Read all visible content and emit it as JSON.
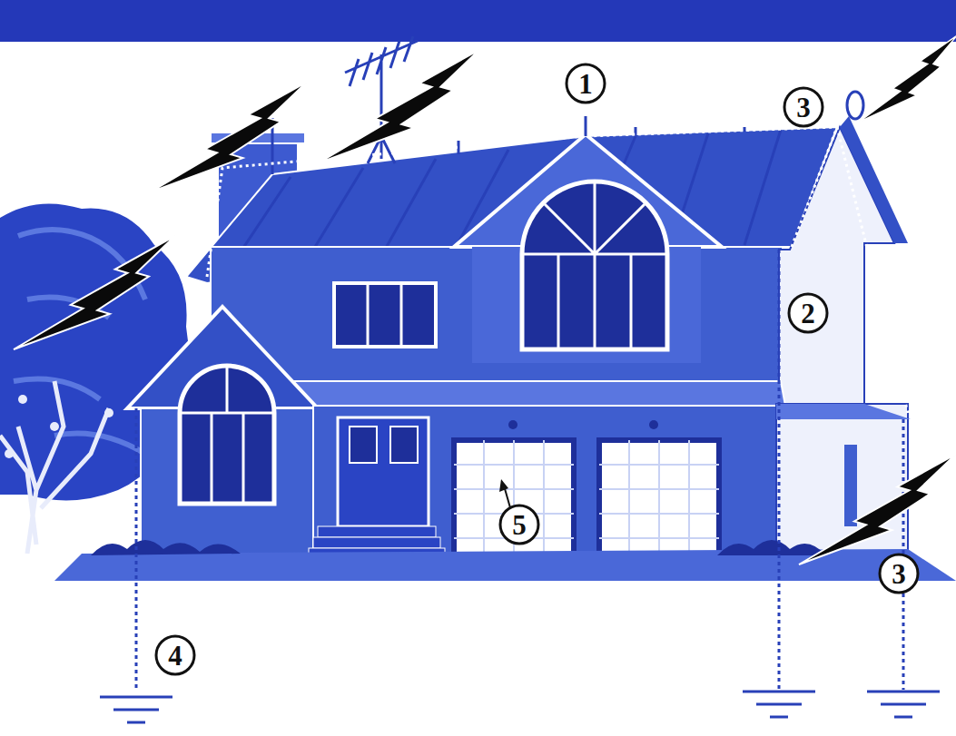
{
  "diagram": {
    "nodes": [
      {
        "text": [
          "1"
        ]
      },
      {
        "text": [
          "3"
        ]
      },
      {
        "text": [
          "2"
        ]
      },
      {
        "text": [
          "5"
        ]
      },
      {
        "text": [
          "3"
        ]
      },
      {
        "text": [
          "4"
        ]
      }
    ]
  }
}
